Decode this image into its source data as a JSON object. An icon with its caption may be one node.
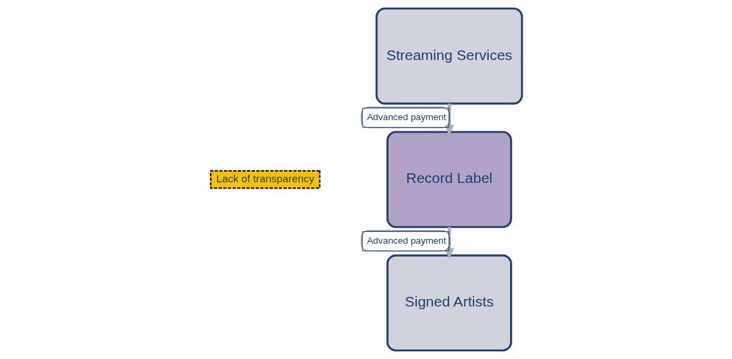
{
  "diagram": {
    "nodes": [
      {
        "text": [
          "Signed Artists"
        ]
      },
      {
        "text": [
          "Record Label"
        ]
      },
      {
        "text": [
          "Streaming Services"
        ]
      }
    ],
    "edges": [
      {
        "from": 1,
        "to": 0,
        "arrow": "to",
        "label": "Advanced payment"
      },
      {
        "from": 2,
        "to": 1,
        "arrow": "to",
        "label": "Advanced payment"
      }
    ],
    "labels": [
      "Lack of transparency"
    ]
  }
}
